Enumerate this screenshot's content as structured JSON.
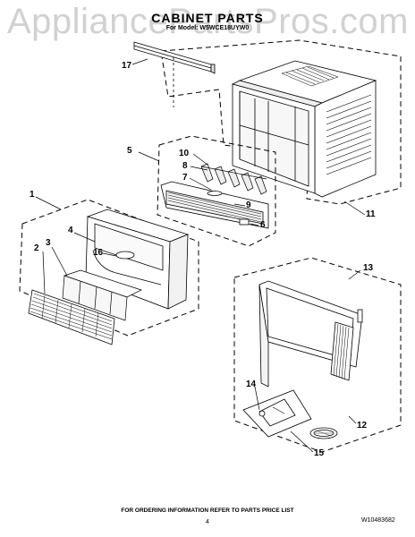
{
  "watermark": "AppliancePartsPros.com",
  "header": {
    "title": "CABINET PARTS",
    "model": "For Model: W5WCE18UYW0"
  },
  "callouts": [
    "1",
    "2",
    "3",
    "4",
    "5",
    "6",
    "7",
    "8",
    "9",
    "10",
    "11",
    "12",
    "13",
    "14",
    "15",
    "16",
    "17"
  ],
  "footer": {
    "note": "FOR ORDERING INFORMATION REFER TO PARTS PRICE LIST",
    "page": "4",
    "doc_number": "W10483682"
  }
}
